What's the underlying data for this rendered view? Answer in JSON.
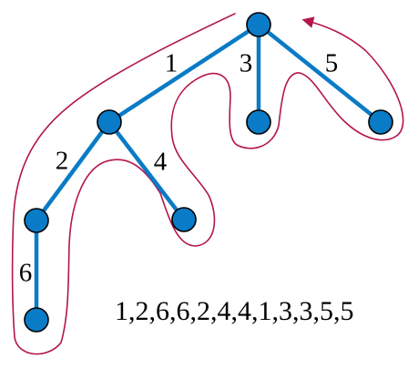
{
  "diagram": {
    "edge_labels": [
      "1",
      "2",
      "3",
      "4",
      "5",
      "6"
    ],
    "sequence": "1,2,6,6,2,4,4,1,3,3,5,5",
    "colors": {
      "tree": "#0a7bc6",
      "tour": "#b3164b",
      "node_outline": "#000000"
    }
  }
}
